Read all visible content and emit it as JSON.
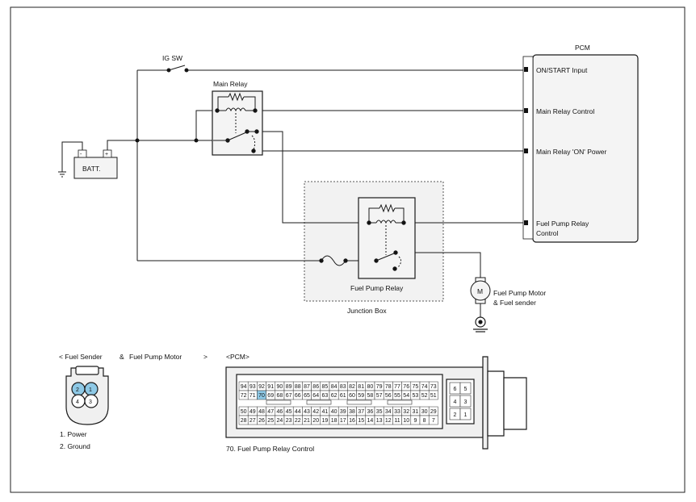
{
  "labels": {
    "pcm": "PCM",
    "ig_sw": "IG SW",
    "main_relay": "Main Relay",
    "batt": "BATT.",
    "fuel_pump_relay": "Fuel Pump Relay",
    "junction_box": "Junction Box",
    "motor_symbol": "M",
    "motor_line1": "Fuel Pump Motor",
    "motor_line2": "& Fuel sender",
    "battery_plus": "+",
    "battery_minus": "-"
  },
  "pcm_inputs": [
    {
      "id": "on-start-input",
      "label": "ON/START Input"
    },
    {
      "id": "main-relay-control",
      "label": "Main Relay Control"
    },
    {
      "id": "main-relay-on-power",
      "label": "Main Relay 'ON' Power"
    },
    {
      "id": "fuel-pump-relay-control",
      "label": "Fuel Pump Relay",
      "label2": "Control"
    }
  ],
  "connectors": {
    "fuel_sender_title": "< Fuel Sender",
    "fuel_sender_amp": "&",
    "fuel_pump_motor_title": "Fuel Pump Motor",
    "fuel_sender_close": ">",
    "fuel_sender_pins": [
      "1",
      "2",
      "3",
      "4"
    ],
    "fuel_sender_notes": [
      "1. Power",
      "2. Ground"
    ],
    "pcm_title": "<PCM>",
    "pcm_note": "70. Fuel Pump Relay Control",
    "pcm_rows": [
      [
        "94",
        "93",
        "92",
        "91",
        "90",
        "89",
        "88",
        "87",
        "86",
        "85",
        "84",
        "83",
        "82",
        "81",
        "80",
        "79",
        "78",
        "77",
        "76",
        "75",
        "74",
        "73"
      ],
      [
        "72",
        "71",
        "70",
        "69",
        "68",
        "67",
        "66",
        "65",
        "64",
        "63",
        "62",
        "61",
        "60",
        "59",
        "58",
        "57",
        "56",
        "55",
        "54",
        "53",
        "52",
        "51"
      ],
      [
        "50",
        "49",
        "48",
        "47",
        "46",
        "45",
        "44",
        "43",
        "42",
        "41",
        "40",
        "39",
        "38",
        "37",
        "36",
        "35",
        "34",
        "33",
        "32",
        "31",
        "30",
        "29"
      ],
      [
        "28",
        "27",
        "26",
        "25",
        "24",
        "23",
        "22",
        "21",
        "20",
        "19",
        "18",
        "17",
        "16",
        "15",
        "14",
        "13",
        "12",
        "11",
        "10",
        "9",
        "8",
        "7"
      ]
    ],
    "pcm_side": [
      [
        "6",
        "5"
      ],
      [
        "4",
        "3"
      ],
      [
        "2",
        "1"
      ]
    ],
    "highlight_pin": "70"
  },
  "colors": {
    "line": "#1a1a1a",
    "highlight": "#8ec9e6",
    "junction_fill": "#f2f2f2",
    "box_fill": "#f4f4f4",
    "connector_fill": "#f0f0f0"
  }
}
